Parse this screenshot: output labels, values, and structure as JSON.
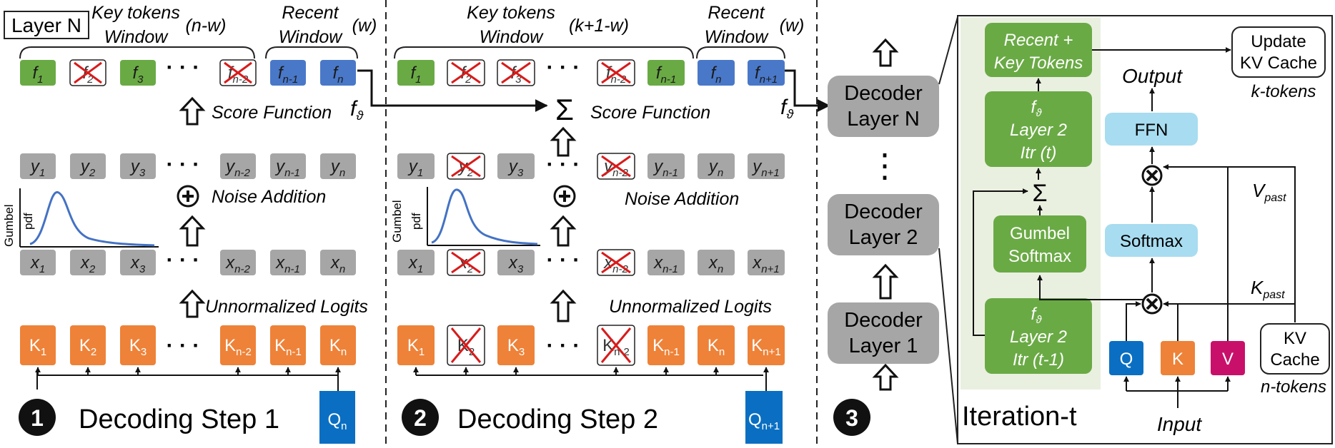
{
  "colors": {
    "green": "#6aaa45",
    "gray": "#a6a6a6",
    "blue": "#4a78c8",
    "orange": "#ee8238",
    "query_blue": "#0a6fc2",
    "light_blue": "#a8dcf0",
    "magenta": "#c8106a",
    "panel_bg": "#eaf0e0",
    "curve": "#4472c4",
    "cross_red": "#d81b1b"
  },
  "icons": [
    "cross-out-icon",
    "up-arrow-icon",
    "sum-icon",
    "plus-circle-icon",
    "multiply-circle-icon",
    "gumbel-pdf-curve-icon"
  ],
  "step1": {
    "layer_label": "Layer N",
    "number": "1",
    "title": "Decoding Step 1",
    "key_window_line1": "Key tokens",
    "key_window_line2": "Window",
    "key_window_size": "(n-w)",
    "recent_window_line1": "Recent",
    "recent_window_line2": "Window",
    "recent_window_size": "(w)",
    "f_row": [
      {
        "base": "f",
        "sub": "1",
        "color": "green",
        "crossed": false
      },
      {
        "base": "f",
        "sub": "2",
        "color": "white",
        "crossed": true
      },
      {
        "base": "f",
        "sub": "3",
        "color": "green",
        "crossed": false
      },
      {
        "base": "f",
        "sub": "n-2",
        "color": "white",
        "crossed": true
      },
      {
        "base": "f",
        "sub": "n-1",
        "color": "blue",
        "crossed": false
      },
      {
        "base": "f",
        "sub": "n",
        "color": "blue",
        "crossed": false
      }
    ],
    "y_row": [
      {
        "base": "y",
        "sub": "1"
      },
      {
        "base": "y",
        "sub": "2"
      },
      {
        "base": "y",
        "sub": "3"
      },
      {
        "base": "y",
        "sub": "n-2"
      },
      {
        "base": "y",
        "sub": "n-1"
      },
      {
        "base": "y",
        "sub": "n"
      }
    ],
    "x_row": [
      {
        "base": "x",
        "sub": "1"
      },
      {
        "base": "x",
        "sub": "2"
      },
      {
        "base": "x",
        "sub": "3"
      },
      {
        "base": "x",
        "sub": "n-2"
      },
      {
        "base": "x",
        "sub": "n-1"
      },
      {
        "base": "x",
        "sub": "n"
      }
    ],
    "k_row": [
      {
        "base": "K",
        "sub": "1"
      },
      {
        "base": "K",
        "sub": "2"
      },
      {
        "base": "K",
        "sub": "3"
      },
      {
        "base": "K",
        "sub": "n-2"
      },
      {
        "base": "K",
        "sub": "n-1"
      },
      {
        "base": "K",
        "sub": "n"
      }
    ],
    "query": {
      "base": "Q",
      "sub": "n"
    },
    "score_function": "Score Function",
    "noise_addition": "Noise Addition",
    "unnormalized_logits": "Unnormalized Logits",
    "gumbel_label": "Gumbel",
    "pdf_label": "pdf",
    "f_theta": {
      "base": "f",
      "sub": "ϑ"
    },
    "dots": "· · ·"
  },
  "step2": {
    "number": "2",
    "title": "Decoding Step 2",
    "key_window_line1": "Key tokens",
    "key_window_line2": "Window",
    "key_window_size": "(k+1-w)",
    "recent_window_line1": "Recent",
    "recent_window_line2": "Window",
    "recent_window_size": "(w)",
    "f_row": [
      {
        "base": "f",
        "sub": "1",
        "color": "green",
        "crossed": false
      },
      {
        "base": "f",
        "sub": "2",
        "color": "white",
        "crossed": true
      },
      {
        "base": "f",
        "sub": "3",
        "color": "white",
        "crossed": true
      },
      {
        "base": "f",
        "sub": "n-2",
        "color": "white",
        "crossed": true
      },
      {
        "base": "f",
        "sub": "n-1",
        "color": "green",
        "crossed": false
      },
      {
        "base": "f",
        "sub": "n",
        "color": "blue",
        "crossed": false
      },
      {
        "base": "f",
        "sub": "n+1",
        "color": "blue",
        "crossed": false
      }
    ],
    "y_row": [
      {
        "base": "y",
        "sub": "1",
        "crossed": false
      },
      {
        "base": "y",
        "sub": "2",
        "crossed": true
      },
      {
        "base": "y",
        "sub": "3",
        "crossed": false
      },
      {
        "base": "y",
        "sub": "n-2",
        "crossed": true
      },
      {
        "base": "y",
        "sub": "n-1",
        "crossed": false
      },
      {
        "base": "y",
        "sub": "n",
        "crossed": false
      },
      {
        "base": "y",
        "sub": "n+1",
        "crossed": false
      }
    ],
    "x_row": [
      {
        "base": "x",
        "sub": "1",
        "crossed": false
      },
      {
        "base": "x",
        "sub": "2",
        "crossed": true
      },
      {
        "base": "x",
        "sub": "3",
        "crossed": false
      },
      {
        "base": "x",
        "sub": "n-2",
        "crossed": true
      },
      {
        "base": "x",
        "sub": "n-1",
        "crossed": false
      },
      {
        "base": "x",
        "sub": "n",
        "crossed": false
      },
      {
        "base": "x",
        "sub": "n+1",
        "crossed": false
      }
    ],
    "k_row": [
      {
        "base": "K",
        "sub": "1",
        "crossed": false
      },
      {
        "base": "K",
        "sub": "2",
        "crossed": true
      },
      {
        "base": "K",
        "sub": "3",
        "crossed": false
      },
      {
        "base": "K",
        "sub": "n-2",
        "crossed": true
      },
      {
        "base": "K",
        "sub": "n-1",
        "crossed": false
      },
      {
        "base": "K",
        "sub": "n",
        "crossed": false
      },
      {
        "base": "K",
        "sub": "n+1",
        "crossed": false
      }
    ],
    "query": {
      "base": "Q",
      "sub": "n+1"
    },
    "score_function": "Score Function",
    "noise_addition": "Noise Addition",
    "unnormalized_logits": "Unnormalized Logits",
    "gumbel_label": "Gumbel",
    "pdf_label": "pdf",
    "f_theta": {
      "base": "f",
      "sub": "ϑ"
    },
    "sum_symbol": "Σ",
    "dots": "· · ·"
  },
  "step3": {
    "number": "3",
    "decoder_layers": [
      {
        "line1": "Decoder",
        "line2": "Layer N"
      },
      {
        "line1": "Decoder",
        "line2": "Layer 2"
      },
      {
        "line1": "Decoder",
        "line2": "Layer 1"
      }
    ],
    "vertical_dots": "⋮",
    "iteration_title": "Iteration-t",
    "recent_key": {
      "line1": "Recent +",
      "line2": "Key Tokens"
    },
    "layer2_itr_t": {
      "f": "f",
      "f_sub": "ϑ",
      "line2": "Layer 2",
      "line3": "Itr (t)"
    },
    "gumbel_softmax": {
      "line1": "Gumbel",
      "line2": "Softmax"
    },
    "layer2_itr_t1": {
      "f": "f",
      "f_sub": "ϑ",
      "line2": "Layer 2",
      "line3": "Itr (t-1)"
    },
    "sum_symbol": "Σ",
    "update_kv": {
      "line1": "Update",
      "line2": "KV Cache"
    },
    "k_tokens": "k-tokens",
    "output": "Output",
    "ffn": "FFN",
    "softmax": "Softmax",
    "v_past": {
      "base": "V",
      "sub": "past"
    },
    "k_past": {
      "base": "K",
      "sub": "past"
    },
    "kv_cache": {
      "line1": "KV",
      "line2": "Cache"
    },
    "n_tokens": "n-tokens",
    "q": "Q",
    "k": "K",
    "v": "V",
    "input": "Input",
    "multiply_symbol": "×"
  }
}
